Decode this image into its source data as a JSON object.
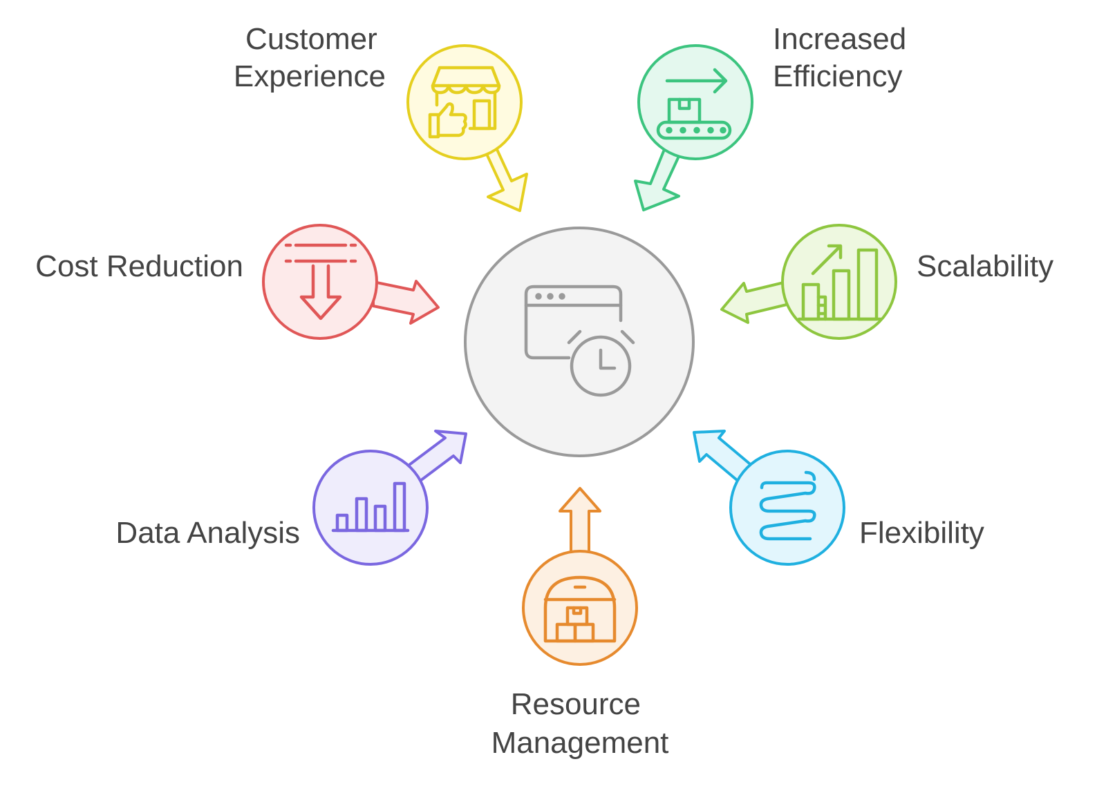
{
  "diagram": {
    "center": {
      "icon": "browser-window-clock-icon",
      "stroke": "#9a9a9a",
      "fill": "#f3f3f3"
    },
    "nodes": [
      {
        "id": "customer-experience",
        "label_lines": [
          "Customer",
          "Experience"
        ],
        "icon": "storefront-thumbs-up-icon",
        "stroke": "#e5cf1f",
        "fill": "#fffbe0"
      },
      {
        "id": "increased-efficiency",
        "label_lines": [
          "Increased",
          "Efficiency"
        ],
        "icon": "conveyor-belt-icon",
        "stroke": "#3cc47f",
        "fill": "#e4f8ee"
      },
      {
        "id": "cost-reduction",
        "label_lines": [
          "Cost Reduction"
        ],
        "icon": "down-arrow-limit-icon",
        "stroke": "#e05757",
        "fill": "#fdeaea"
      },
      {
        "id": "scalability",
        "label_lines": [
          "Scalability"
        ],
        "icon": "growth-chart-icon",
        "stroke": "#8ec63f",
        "fill": "#eef8e0"
      },
      {
        "id": "data-analysis",
        "label_lines": [
          "Data Analysis"
        ],
        "icon": "bar-chart-icon",
        "stroke": "#7a67e0",
        "fill": "#efedfc"
      },
      {
        "id": "flexibility",
        "label_lines": [
          "Flexibility"
        ],
        "icon": "spring-coil-icon",
        "stroke": "#1fb0e0",
        "fill": "#e2f6fd"
      },
      {
        "id": "resource-management",
        "label_lines": [
          "Resource",
          "Management"
        ],
        "icon": "warehouse-boxes-icon",
        "stroke": "#e68a2e",
        "fill": "#fdf0e2"
      }
    ]
  }
}
